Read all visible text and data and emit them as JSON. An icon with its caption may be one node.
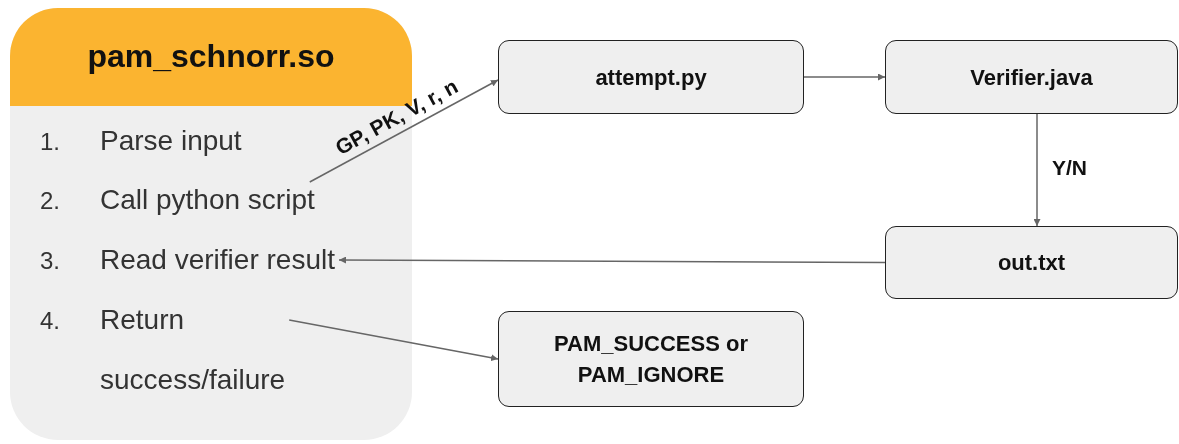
{
  "diagram": {
    "nodes": [
      {
        "text": [
          "pam_schnorr.so"
        ]
      },
      {
        "text": [
          "Parse input"
        ],
        "beside": [
          "1."
        ],
        "in": 0
      },
      {
        "text": [
          "Call python script"
        ],
        "beside": [
          "2."
        ],
        "in": 0
      },
      {
        "text": [
          "Read verifier result"
        ],
        "beside": [
          "3."
        ],
        "in": 0
      },
      {
        "text": [
          "Return success/failure"
        ],
        "beside": [
          "4."
        ],
        "in": 0
      },
      {
        "text": [
          "attempt.py"
        ]
      },
      {
        "text": [
          "Verifier.java"
        ]
      },
      {
        "text": [
          "out.txt"
        ]
      },
      {
        "text": [
          "PAM_SUCCESS or PAM_IGNORE"
        ]
      }
    ],
    "edges": [
      {
        "from": 2,
        "to": 5,
        "arrow": "to",
        "label": "GP, PK, V, r, n"
      },
      {
        "from": 5,
        "to": 6,
        "arrow": "to"
      },
      {
        "from": 6,
        "to": 7,
        "arrow": "to",
        "label": "Y/N"
      },
      {
        "from": 7,
        "to": 3,
        "arrow": "to"
      },
      {
        "from": 4,
        "to": 8,
        "arrow": "to"
      }
    ]
  }
}
